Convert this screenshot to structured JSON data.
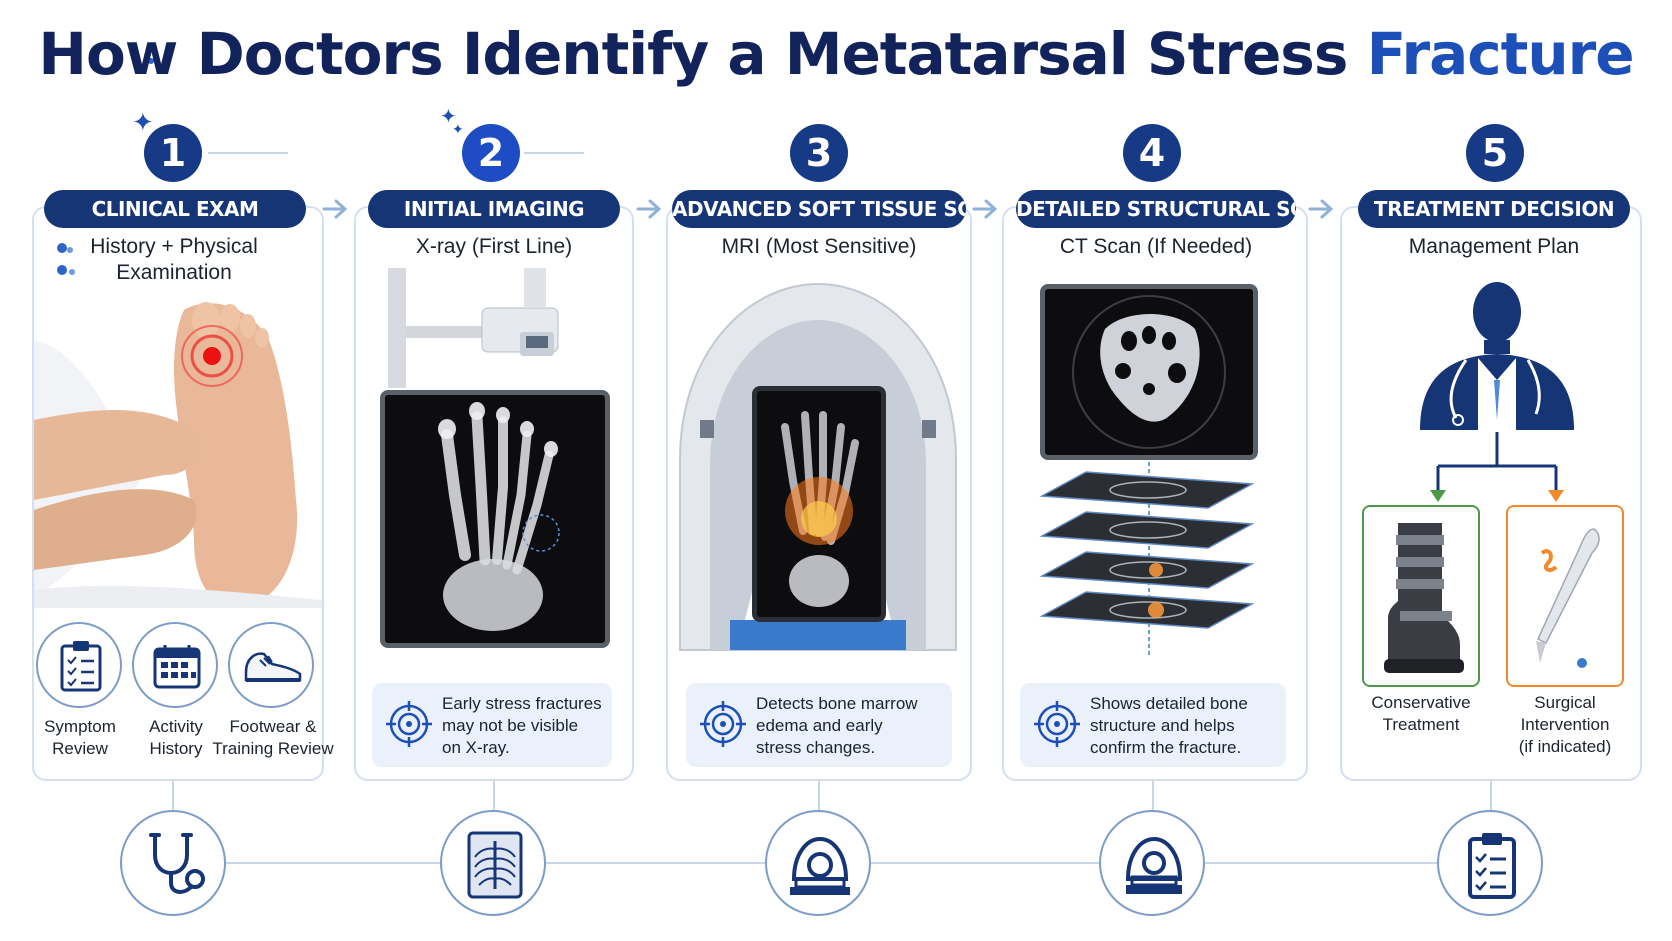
{
  "title": {
    "main": "How Doctors Identify a Metatarsal Stress",
    "accent": "Fracture"
  },
  "steps": [
    {
      "number": "1",
      "header": "CLINICAL EXAM",
      "subtitle_line1": "History + Physical",
      "subtitle_line2": "Examination",
      "items": [
        {
          "line1": "Symptom",
          "line2": "Review"
        },
        {
          "line1": "Activity",
          "line2": "History"
        },
        {
          "line1": "Footwear &",
          "line2": "Training Review"
        }
      ]
    },
    {
      "number": "2",
      "header": "INITIAL IMAGING",
      "subtitle": "X-ray (First Line)",
      "note": [
        "Early stress fractures",
        "may not be visible",
        "on X-ray."
      ]
    },
    {
      "number": "3",
      "header": "ADVANCED SOFT TISSUE SCAN",
      "subtitle": "MRI (Most Sensitive)",
      "note": [
        "Detects bone marrow",
        "edema and early",
        "stress changes."
      ]
    },
    {
      "number": "4",
      "header": "DETAILED STRUCTURAL SCAN",
      "subtitle": "CT Scan (If Needed)",
      "note": [
        "Shows detailed bone",
        "structure and helps",
        "confirm the fracture."
      ]
    },
    {
      "number": "5",
      "header": "TREATMENT DECISION",
      "subtitle": "Management Plan",
      "options": [
        {
          "line1": "Conservative",
          "line2": "Treatment",
          "line3": "",
          "color": "#4c9a48"
        },
        {
          "line1": "Surgical",
          "line2": "Intervention",
          "line3": "(if indicated)",
          "color": "#f08a2c"
        }
      ]
    }
  ],
  "icons": [
    "stethoscope-icon",
    "xray-chest-icon",
    "mri-machine-icon",
    "ct-scanner-icon",
    "clipboard-icon"
  ],
  "colors": {
    "navy": "#163577",
    "title": "#11235a",
    "accent": "#1d4fb8",
    "panel_border": "#d4e0f0",
    "note_bg": "#eaf1fa"
  }
}
